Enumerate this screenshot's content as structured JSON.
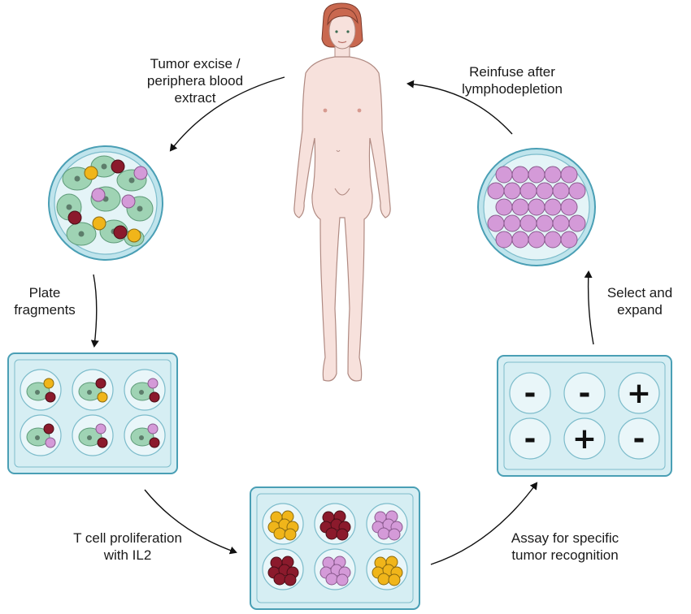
{
  "labels": {
    "excise": [
      "Tumor excise /",
      "periphera blood",
      "extract"
    ],
    "reinfuse": [
      "Reinfuse after",
      "lymphodepletion"
    ],
    "plate": [
      "Plate",
      "fragments"
    ],
    "select": [
      "Select and",
      "expand"
    ],
    "proliferation": [
      "T cell proliferation",
      "with IL2"
    ],
    "assay": [
      "Assay for specific",
      "tumor recognition"
    ]
  },
  "assay_wells": [
    "-",
    "-",
    "+",
    "-",
    "+",
    "-"
  ],
  "expansion_wells": [
    "yellow",
    "red",
    "pink",
    "red",
    "pink",
    "yellow"
  ],
  "colors": {
    "tray_fill": "#d6eef3",
    "tray_stroke": "#4a9fb5",
    "well_fill": "#e9f6f9",
    "tumor_cell": "#9fd3b4",
    "tumor_nucleus": "#5d7d6b",
    "lymph_yellow": "#f0b51a",
    "lymph_red": "#8b1a2c",
    "lymph_pink": "#d49ad8",
    "skin": "#f7e1dc",
    "hair": "#c9684f"
  }
}
